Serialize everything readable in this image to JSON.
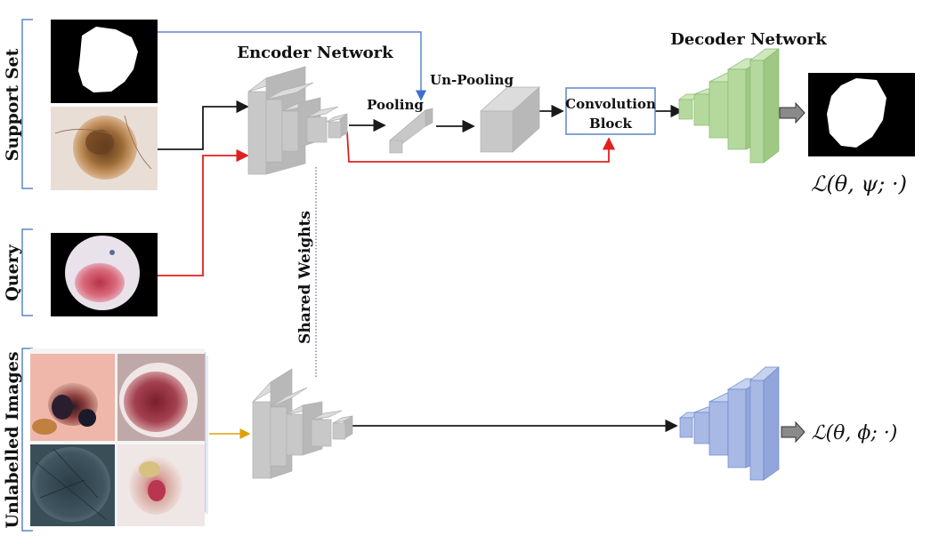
{
  "labels": {
    "support_set": "Support Set",
    "query": "Query",
    "unlabelled": "Unlabelled Images",
    "encoder": "Encoder Network",
    "decoder": "Decoder Network",
    "pooling": "Pooling",
    "unpooling": "Un-Pooling",
    "conv_line1": "Convolution",
    "conv_line2": "Block",
    "shared_weights": "Shared Weights",
    "loss_top": "ℒ(θ, ψ; ·)",
    "loss_bottom": "ℒ(θ, ϕ; ·)"
  },
  "colors": {
    "supervised_arrow": "#1a1a1a",
    "query_arrow": "#e02020",
    "support_mask_arrow": "#5b86c8",
    "unlabelled_arrow": "#e0a000",
    "encoder_block": "#c8c8c8",
    "decoder_top": "#a9d08e",
    "decoder_bottom": "#8fa6dc",
    "conv_box_border": "#5b86c8"
  }
}
